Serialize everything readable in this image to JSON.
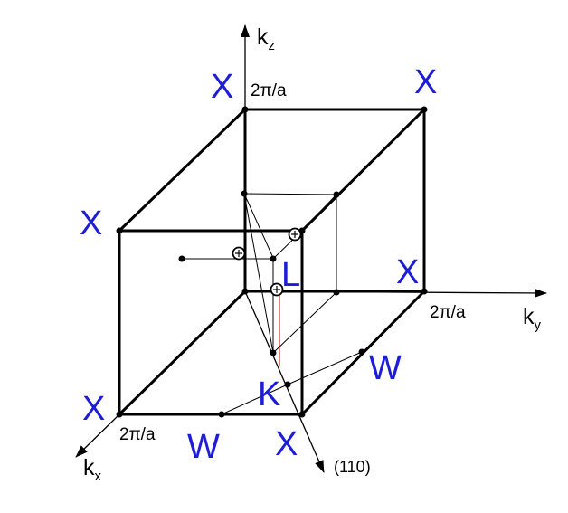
{
  "diagram": {
    "axes": {
      "kz": {
        "base": "k",
        "sub": "z"
      },
      "ky": {
        "base": "k",
        "sub": "y"
      },
      "kx": {
        "base": "k",
        "sub": "x"
      }
    },
    "direction_label": "(110)",
    "tick_labels": {
      "kz": "2π/a",
      "ky": "2π/a",
      "kx": "2π/a"
    },
    "point_labels": {
      "x_top_left": "X",
      "x_top_right": "X",
      "x_mid_left": "X",
      "x_mid_right": "X",
      "x_bottom_left": "X",
      "x_bottom_front": "X",
      "w_front": "W",
      "w_right": "W",
      "k": "K",
      "l": "L"
    },
    "colors": {
      "labels": "#1d1dd6",
      "lines": "#000000",
      "accent": "#cc0000"
    }
  }
}
